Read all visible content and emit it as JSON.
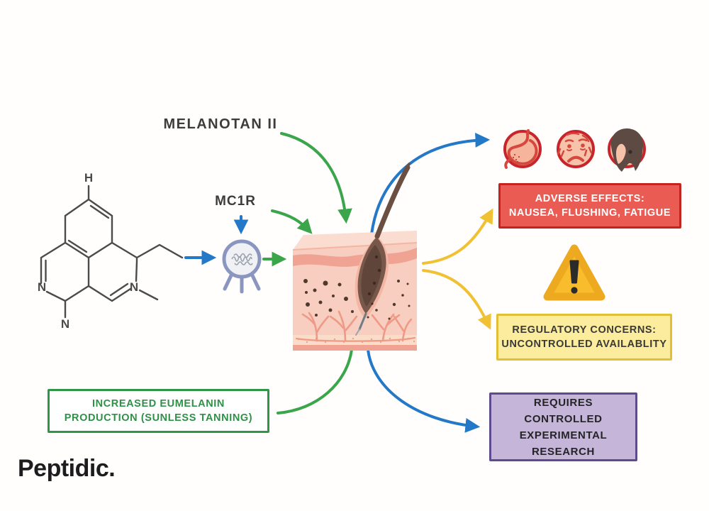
{
  "brand": {
    "logo_text": "Peptidic."
  },
  "nodes": {
    "molecule_label": "MELANOTAN II",
    "receptor_label": "MC1R",
    "atom_h": "H",
    "atom_n": "N"
  },
  "outcomes": {
    "adverse": {
      "lines": [
        "ADVERSE EFFECTS:",
        "NAUSEA, FLUSHING, FATIGUE"
      ]
    },
    "regulatory": {
      "lines": [
        "REGULATORY CONCERNS:",
        "UNCONTROLLED AVAILABLITY"
      ]
    },
    "research": {
      "lines": [
        "REQUIRES",
        "CONTROLLED",
        "EXPERIMENTAL",
        "RESEARCH"
      ]
    },
    "eumelanin": {
      "lines": [
        "INCREASED EUMELANIN",
        "PRODUCTION (SUNLESS TANNING)"
      ]
    }
  },
  "icons": {
    "adverse_icons": [
      "stomach-nausea-icon",
      "flushed-face-icon",
      "fatigue-head-icon"
    ],
    "warning": "warning-triangle-icon",
    "receptor": "mc1r-receptor-icon",
    "skin": "skin-cross-section-illustration",
    "molecule": "melanotan-chemical-structure"
  },
  "colors": {
    "arrow_green": "#3aa54a",
    "arrow_blue": "#2478c8",
    "arrow_yellow": "#f0c132",
    "adverse_fill": "#e95b53",
    "adverse_border": "#c42420",
    "regulatory_fill": "#fcec9d",
    "regulatory_border": "#e3bf36",
    "research_fill": "#c4b5d9",
    "research_border": "#5e4b8b",
    "eumelanin_border": "#2f9648",
    "warning_yellow": "#f8bc2c",
    "skin_tone": "#f8cec0",
    "hair_brown": "#77584a"
  }
}
